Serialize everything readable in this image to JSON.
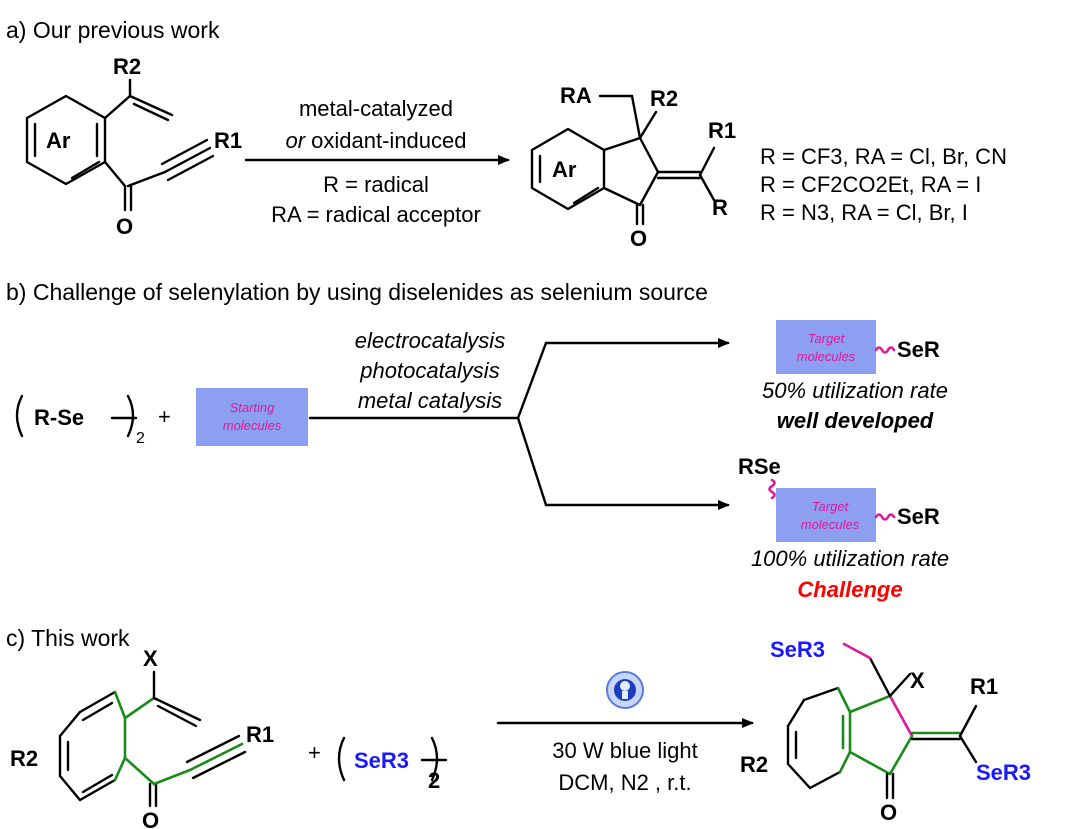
{
  "section_a": {
    "title": "a) Our previous work",
    "cond_1": "metal-catalyzed",
    "cond_2_or": "or",
    "cond_2_rest": " oxidant-induced",
    "cond_3": "R = radical",
    "cond_4": "RA = radical acceptor",
    "results": [
      "R = CF3, RA = Cl, Br, CN",
      "R = CF2CO2Et, RA = I",
      "R = N3, RA = Cl, Br, I"
    ],
    "labels": {
      "ar": "Ar",
      "o": "O",
      "r1": "R1",
      "r2": "R2",
      "ra": "RA",
      "r": "R"
    }
  },
  "section_b": {
    "title": "b) Challenge of selenylation by using diselenides as selenium source",
    "reagent": "R-Se",
    "plus": "+",
    "starting": [
      "Starting",
      "molecules"
    ],
    "methods": [
      "electrocatalysis",
      "photocatalysis",
      "metal catalysis"
    ],
    "target": [
      "Target",
      "molecules"
    ],
    "ser": "SeR",
    "rse": "RSe",
    "rate_50": "50% utilization rate",
    "well_developed": "well developed",
    "rate_100": "100% utilization rate",
    "challenge": "Challenge"
  },
  "section_c": {
    "title": "c) This work",
    "cond_1": "30 W blue light",
    "cond_2": "DCM, N2 , r.t.",
    "reagent": "SeR3",
    "sub_2": "2",
    "plus": "+",
    "labels": {
      "x": "X",
      "r1": "R1",
      "r2": "R2",
      "o": "O",
      "ser3": "SeR3"
    }
  },
  "colors": {
    "green": "#1a8a1a",
    "magenta": "#e0189c",
    "blue": "#1a1aff",
    "red": "#ff0000",
    "box": "#8d9ff0"
  }
}
